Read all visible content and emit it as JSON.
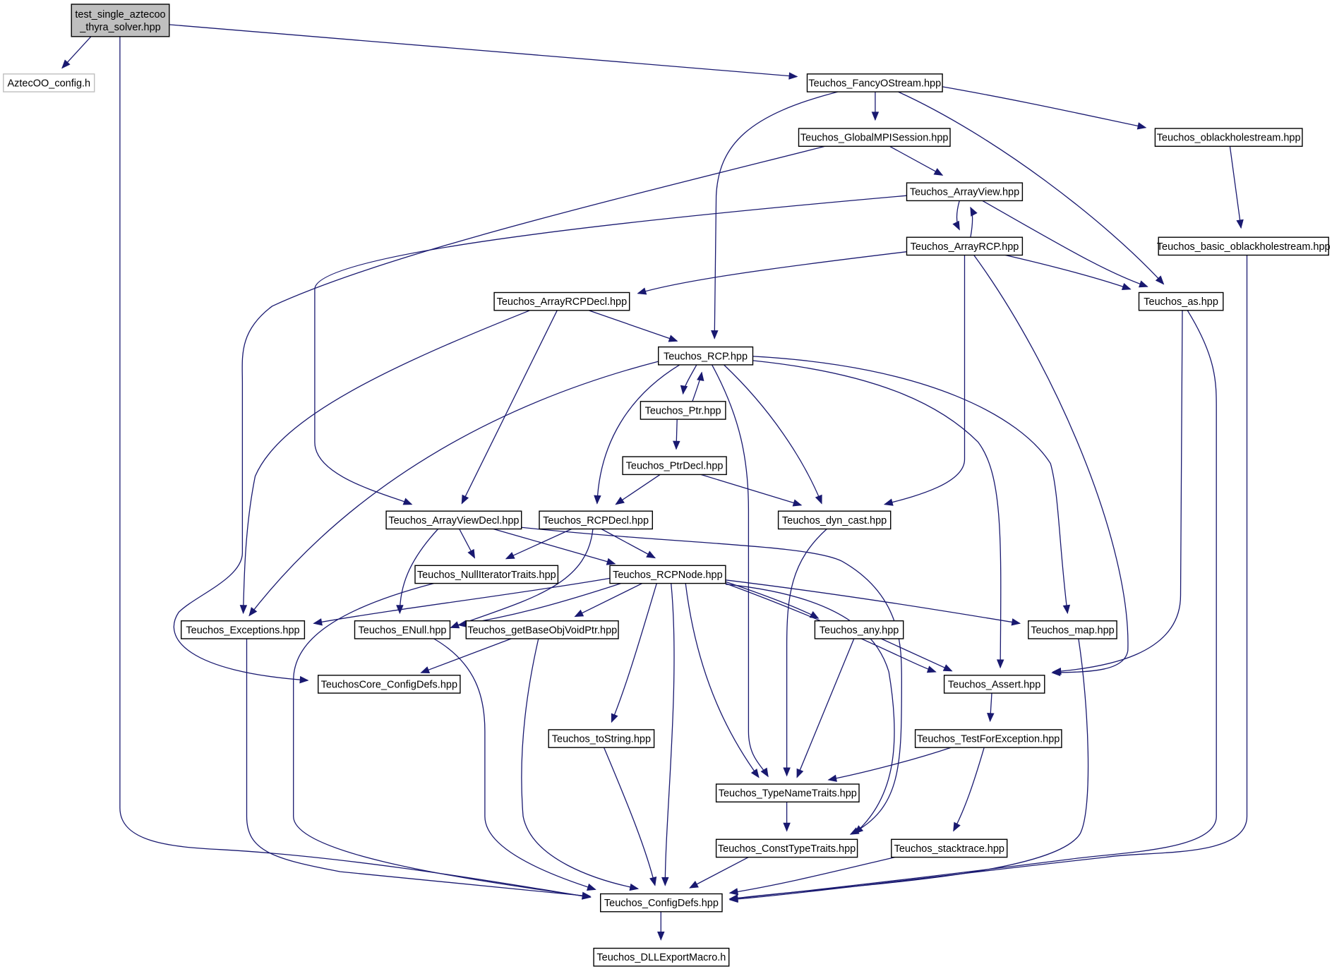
{
  "diagram": {
    "kind": "include-dependency-graph",
    "colors": {
      "edge": "#191970",
      "root_fill": "#bfbfbf",
      "external_border": "#bfbfbf",
      "node_border": "#000000"
    },
    "nodes": [
      {
        "id": "root",
        "label": [
          "test_single_aztecoo",
          "_thyra_solver.hpp"
        ],
        "style": "root"
      },
      {
        "id": "aztecoo_config",
        "label": [
          "AztecOO_config.h"
        ],
        "style": "external"
      },
      {
        "id": "fancyostream",
        "label": [
          "Teuchos_FancyOStream.hpp"
        ]
      },
      {
        "id": "globalmpi",
        "label": [
          "Teuchos_GlobalMPISession.hpp"
        ]
      },
      {
        "id": "oblackhole",
        "label": [
          "Teuchos_oblackholestream.hpp"
        ]
      },
      {
        "id": "arrayview",
        "label": [
          "Teuchos_ArrayView.hpp"
        ]
      },
      {
        "id": "arrayrcp",
        "label": [
          "Teuchos_ArrayRCP.hpp"
        ]
      },
      {
        "id": "basic_oblackhole",
        "label": [
          "Teuchos_basic_oblackholestream.hpp"
        ]
      },
      {
        "id": "arrayrcpdecl",
        "label": [
          "Teuchos_ArrayRCPDecl.hpp"
        ]
      },
      {
        "id": "as",
        "label": [
          "Teuchos_as.hpp"
        ]
      },
      {
        "id": "rcp",
        "label": [
          "Teuchos_RCP.hpp"
        ]
      },
      {
        "id": "ptr",
        "label": [
          "Teuchos_Ptr.hpp"
        ]
      },
      {
        "id": "ptrdecl",
        "label": [
          "Teuchos_PtrDecl.hpp"
        ]
      },
      {
        "id": "arrayviewdecl",
        "label": [
          "Teuchos_ArrayViewDecl.hpp"
        ]
      },
      {
        "id": "rcpdecl",
        "label": [
          "Teuchos_RCPDecl.hpp"
        ]
      },
      {
        "id": "dyncast",
        "label": [
          "Teuchos_dyn_cast.hpp"
        ]
      },
      {
        "id": "nulliter",
        "label": [
          "Teuchos_NullIteratorTraits.hpp"
        ]
      },
      {
        "id": "rcpnode",
        "label": [
          "Teuchos_RCPNode.hpp"
        ]
      },
      {
        "id": "exceptions",
        "label": [
          "Teuchos_Exceptions.hpp"
        ]
      },
      {
        "id": "enull",
        "label": [
          "Teuchos_ENull.hpp"
        ]
      },
      {
        "id": "getbase",
        "label": [
          "Teuchos_getBaseObjVoidPtr.hpp"
        ]
      },
      {
        "id": "any",
        "label": [
          "Teuchos_any.hpp"
        ]
      },
      {
        "id": "map",
        "label": [
          "Teuchos_map.hpp"
        ]
      },
      {
        "id": "coreconfig",
        "label": [
          "TeuchosCore_ConfigDefs.hpp"
        ]
      },
      {
        "id": "assert",
        "label": [
          "Teuchos_Assert.hpp"
        ]
      },
      {
        "id": "tostring",
        "label": [
          "Teuchos_toString.hpp"
        ]
      },
      {
        "id": "testforexc",
        "label": [
          "Teuchos_TestForException.hpp"
        ]
      },
      {
        "id": "typename",
        "label": [
          "Teuchos_TypeNameTraits.hpp"
        ]
      },
      {
        "id": "consttype",
        "label": [
          "Teuchos_ConstTypeTraits.hpp"
        ]
      },
      {
        "id": "stacktrace",
        "label": [
          "Teuchos_stacktrace.hpp"
        ]
      },
      {
        "id": "configdefs",
        "label": [
          "Teuchos_ConfigDefs.hpp"
        ]
      },
      {
        "id": "dllexport",
        "label": [
          "Teuchos_DLLExportMacro.h"
        ]
      }
    ],
    "edges": [
      [
        "root",
        "aztecoo_config"
      ],
      [
        "root",
        "fancyostream"
      ],
      [
        "root",
        "configdefs"
      ],
      [
        "fancyostream",
        "globalmpi"
      ],
      [
        "fancyostream",
        "oblackhole"
      ],
      [
        "fancyostream",
        "rcp"
      ],
      [
        "fancyostream",
        "as"
      ],
      [
        "globalmpi",
        "arrayview"
      ],
      [
        "globalmpi",
        "coreconfig"
      ],
      [
        "oblackhole",
        "basic_oblackhole"
      ],
      [
        "arrayview",
        "arrayrcp"
      ],
      [
        "arrayview",
        "arrayviewdecl"
      ],
      [
        "arrayview",
        "as"
      ],
      [
        "arrayrcp",
        "arrayview"
      ],
      [
        "arrayrcp",
        "arrayrcpdecl"
      ],
      [
        "arrayrcp",
        "as"
      ],
      [
        "arrayrcp",
        "dyncast"
      ],
      [
        "arrayrcp",
        "assert"
      ],
      [
        "basic_oblackhole",
        "configdefs"
      ],
      [
        "arrayrcpdecl",
        "rcp"
      ],
      [
        "arrayrcpdecl",
        "arrayviewdecl"
      ],
      [
        "arrayrcpdecl",
        "exceptions"
      ],
      [
        "as",
        "assert"
      ],
      [
        "as",
        "configdefs"
      ],
      [
        "rcp",
        "ptr"
      ],
      [
        "rcp",
        "rcpdecl"
      ],
      [
        "rcp",
        "dyncast"
      ],
      [
        "rcp",
        "exceptions"
      ],
      [
        "rcp",
        "typename"
      ],
      [
        "rcp",
        "assert"
      ],
      [
        "rcp",
        "map"
      ],
      [
        "ptr",
        "rcp"
      ],
      [
        "ptr",
        "ptrdecl"
      ],
      [
        "ptrdecl",
        "rcpdecl"
      ],
      [
        "ptrdecl",
        "dyncast"
      ],
      [
        "arrayviewdecl",
        "nulliter"
      ],
      [
        "arrayviewdecl",
        "rcpnode"
      ],
      [
        "arrayviewdecl",
        "enull"
      ],
      [
        "arrayviewdecl",
        "consttype"
      ],
      [
        "rcpdecl",
        "rcpnode"
      ],
      [
        "rcpdecl",
        "nulliter"
      ],
      [
        "rcpdecl",
        "enull"
      ],
      [
        "dyncast",
        "typename"
      ],
      [
        "nulliter",
        "configdefs"
      ],
      [
        "rcpnode",
        "exceptions"
      ],
      [
        "rcpnode",
        "enull"
      ],
      [
        "rcpnode",
        "getbase"
      ],
      [
        "rcpnode",
        "any"
      ],
      [
        "rcpnode",
        "map"
      ],
      [
        "rcpnode",
        "assert"
      ],
      [
        "rcpnode",
        "tostring"
      ],
      [
        "rcpnode",
        "typename"
      ],
      [
        "rcpnode",
        "configdefs"
      ],
      [
        "rcpnode",
        "consttype"
      ],
      [
        "exceptions",
        "configdefs"
      ],
      [
        "enull",
        "configdefs"
      ],
      [
        "getbase",
        "coreconfig"
      ],
      [
        "getbase",
        "configdefs"
      ],
      [
        "any",
        "assert"
      ],
      [
        "any",
        "typename"
      ],
      [
        "map",
        "configdefs"
      ],
      [
        "assert",
        "testforexc"
      ],
      [
        "tostring",
        "configdefs"
      ],
      [
        "testforexc",
        "typename"
      ],
      [
        "testforexc",
        "stacktrace"
      ],
      [
        "typename",
        "consttype"
      ],
      [
        "consttype",
        "configdefs"
      ],
      [
        "stacktrace",
        "configdefs"
      ],
      [
        "configdefs",
        "dllexport"
      ]
    ]
  }
}
